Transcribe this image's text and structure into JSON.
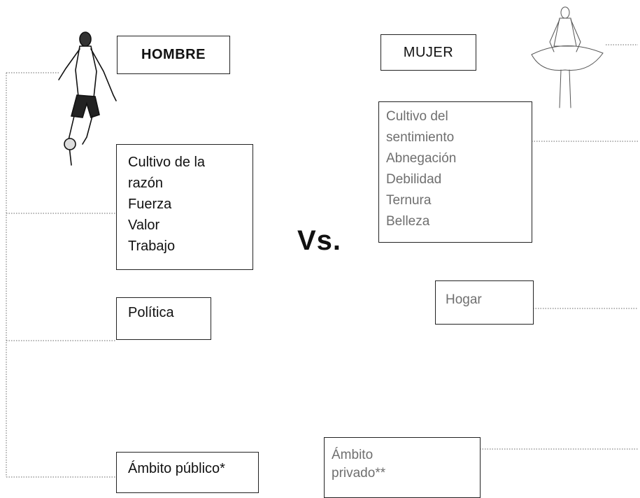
{
  "left": {
    "header": "HOMBRE",
    "traits": [
      "Cultivo de la",
      "razón",
      "Fuerza",
      "Valor",
      "Trabajo"
    ],
    "sphere": "Política",
    "scope": "Ámbito público*"
  },
  "center": {
    "versus": "Vs."
  },
  "right": {
    "header": "MUJER",
    "traits": [
      "Cultivo del",
      "sentimiento",
      "Abnegación",
      "Debilidad",
      "Ternura",
      "Belleza"
    ],
    "sphere": "Hogar",
    "scope_lines": [
      "Ámbito",
      "privado**"
    ]
  },
  "icons": {
    "man": "soccer-player-icon",
    "woman": "ballerina-icon"
  }
}
